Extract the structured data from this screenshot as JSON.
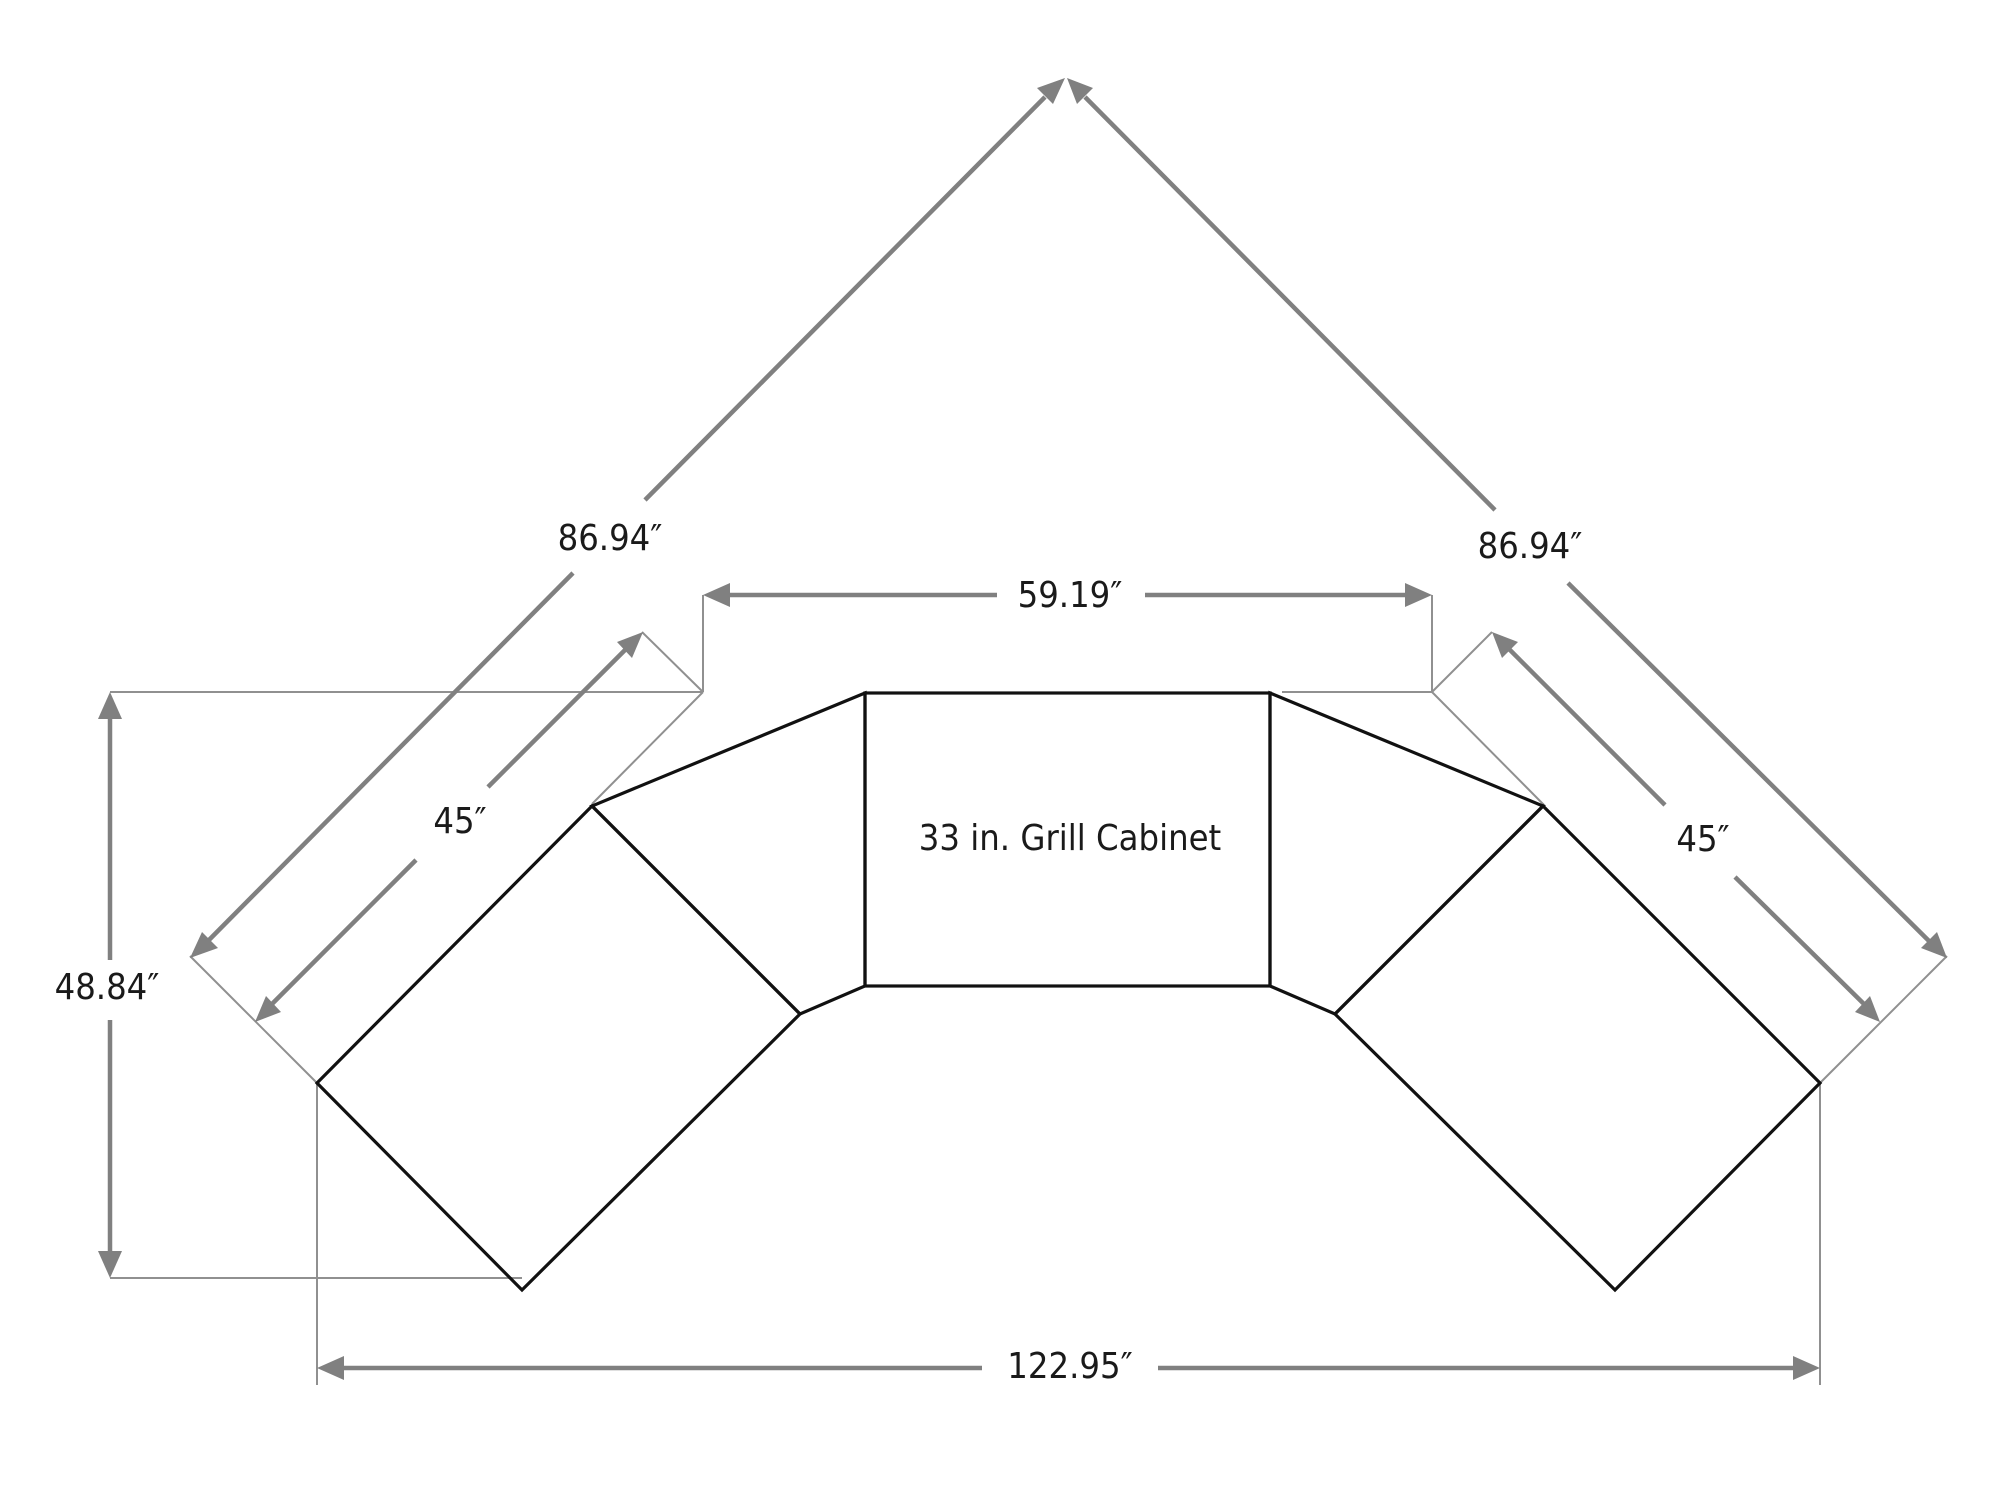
{
  "diagram": {
    "cabinet_label": "33 in. Grill Cabinet",
    "dimensions": {
      "top_width": "59.19″",
      "overall_width": "122.95″",
      "depth": "48.84″",
      "left_outer_run": "86.94″",
      "right_outer_run": "86.94″",
      "left_inner_run": "45″",
      "right_inner_run": "45″"
    },
    "colors": {
      "outline": "#111111",
      "dimension": "#808080",
      "extension": "#909090",
      "background": "#ffffff"
    }
  }
}
